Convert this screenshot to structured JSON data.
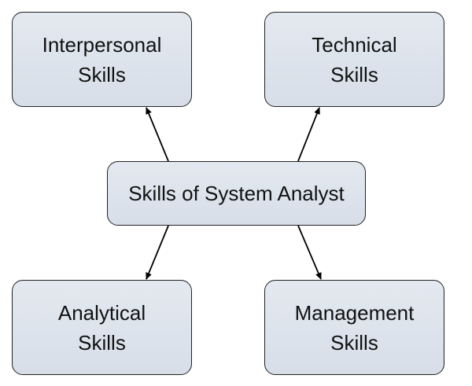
{
  "diagram": {
    "center": {
      "label": "Skills of System Analyst"
    },
    "nodes": [
      {
        "id": "interpersonal",
        "lines": [
          "Interpersonal",
          "Skills"
        ]
      },
      {
        "id": "technical",
        "lines": [
          "Technical",
          "Skills"
        ]
      },
      {
        "id": "analytical",
        "lines": [
          "Analytical",
          "Skills"
        ]
      },
      {
        "id": "management",
        "lines": [
          "Management",
          "Skills"
        ]
      }
    ],
    "edges": [
      {
        "from": "center",
        "to": "interpersonal"
      },
      {
        "from": "center",
        "to": "technical"
      },
      {
        "from": "center",
        "to": "analytical"
      },
      {
        "from": "center",
        "to": "management"
      }
    ],
    "colors": {
      "box_fill": "#dde3ec",
      "box_border": "#222222",
      "arrow": "#000000"
    }
  }
}
